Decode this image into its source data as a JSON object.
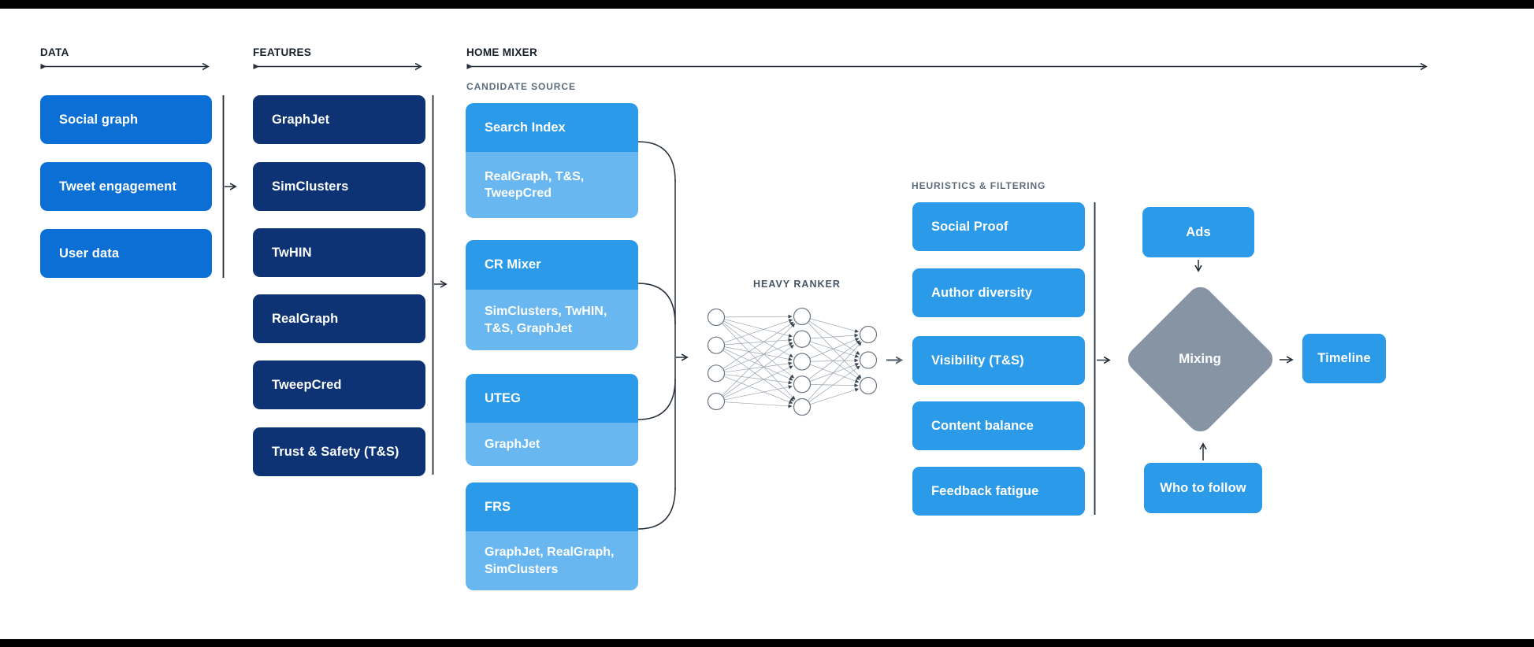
{
  "colors": {
    "data_box_blue": "#0b6fd6",
    "feature_box_navy": "#0d3375",
    "candidate_header_azure": "#2b9ae8",
    "candidate_sub_light_blue": "#68b7f0",
    "mixing_diamond_gray": "#8694a4",
    "line_dark": "#262e38",
    "section_label_gray": "#5d6c7c",
    "top_bottom_bar": "#000000"
  },
  "columns": {
    "data": {
      "header": "DATA",
      "items": [
        "Social graph",
        "Tweet engagement",
        "User data"
      ]
    },
    "features": {
      "header": "FEATURES",
      "items": [
        "GraphJet",
        "SimClusters",
        "TwHIN",
        "RealGraph",
        "TweepCred",
        "Trust & Safety (T&S)"
      ]
    },
    "home_mixer": {
      "header": "HOME MIXER",
      "candidate_source": {
        "label": "CANDIDATE SOURCE",
        "items": [
          {
            "name": "Search Index",
            "sources": "RealGraph, T&S, TweepCred"
          },
          {
            "name": "CR Mixer",
            "sources": "SimClusters, TwHIN, T&S, GraphJet"
          },
          {
            "name": "UTEG",
            "sources": "GraphJet"
          },
          {
            "name": "FRS",
            "sources": "GraphJet, RealGraph, SimClusters"
          }
        ]
      },
      "heavy_ranker": {
        "label": "HEAVY RANKER",
        "network": {
          "layers": [
            4,
            5,
            3
          ]
        }
      },
      "heuristics": {
        "label": "HEURISTICS & FILTERING",
        "items": [
          "Social Proof",
          "Author diversity",
          "Visibility (T&S)",
          "Content balance",
          "Feedback fatigue"
        ]
      },
      "mixing": {
        "ads": "Ads",
        "diamond": "Mixing",
        "who_to_follow": "Who to follow",
        "timeline": "Timeline"
      }
    }
  }
}
